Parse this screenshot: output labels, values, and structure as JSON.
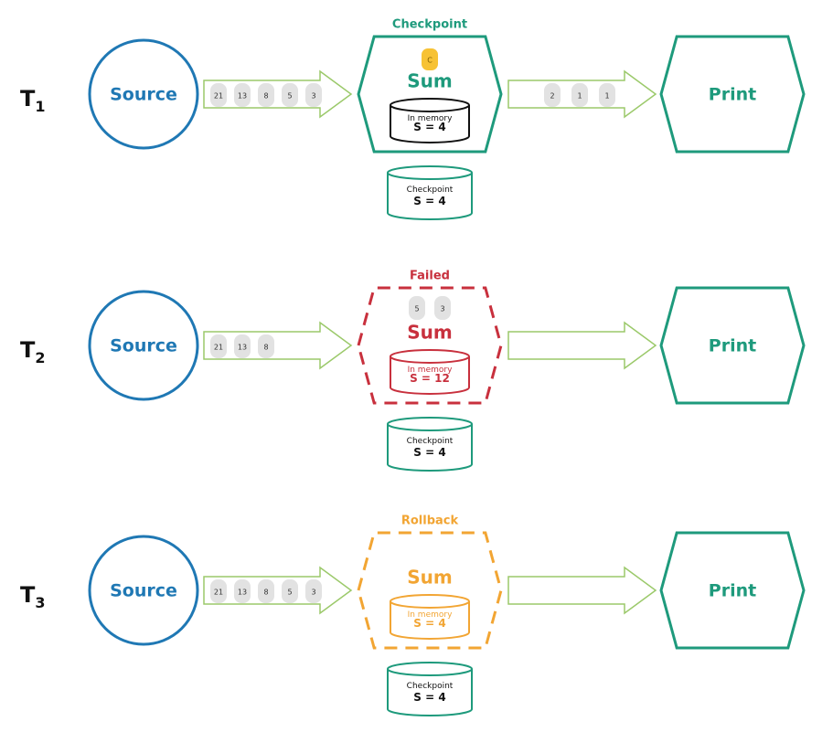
{
  "colors": {
    "source_blue": "#1f78b4",
    "teal": "#1e9a7c",
    "arrow_green": "#9bc96a",
    "token_gray": "#e2e2e2",
    "failed_red": "#c8303d",
    "rollback_orange": "#f2a533",
    "barrier_yellow": "#f7c234",
    "text_dark": "#111111"
  },
  "rows": [
    {
      "time_label": "T",
      "time_sub": "1",
      "source_label": "Source",
      "input_tokens": [
        "21",
        "13",
        "8",
        "5",
        "3"
      ],
      "operator": {
        "status_label": "Checkpoint",
        "status": "normal",
        "name": "Sum",
        "barrier_label": "C",
        "inner_tokens": [],
        "memory_label": "In memory",
        "memory_value": "S = 4"
      },
      "output_tokens": [
        "2",
        "1",
        "1"
      ],
      "sink_label": "Print",
      "checkpoint_label": "Checkpoint",
      "checkpoint_value": "S = 4"
    },
    {
      "time_label": "T",
      "time_sub": "2",
      "source_label": "Source",
      "input_tokens": [
        "21",
        "13",
        "8"
      ],
      "operator": {
        "status_label": "Failed",
        "status": "failed",
        "name": "Sum",
        "barrier_label": "",
        "inner_tokens": [
          "5",
          "3"
        ],
        "memory_label": "In memory",
        "memory_value": "S = 12"
      },
      "output_tokens": [],
      "sink_label": "Print",
      "checkpoint_label": "Checkpoint",
      "checkpoint_value": "S = 4"
    },
    {
      "time_label": "T",
      "time_sub": "3",
      "source_label": "Source",
      "input_tokens": [
        "21",
        "13",
        "8",
        "5",
        "3"
      ],
      "operator": {
        "status_label": "Rollback",
        "status": "rollback",
        "name": "Sum",
        "barrier_label": "",
        "inner_tokens": [],
        "memory_label": "In memory",
        "memory_value": "S = 4"
      },
      "output_tokens": [],
      "sink_label": "Print",
      "checkpoint_label": "Checkpoint",
      "checkpoint_value": "S = 4"
    }
  ]
}
